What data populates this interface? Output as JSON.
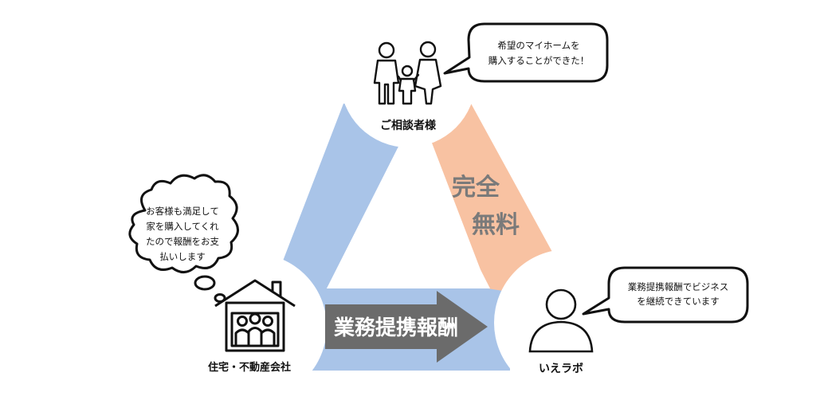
{
  "nodes": {
    "top": {
      "label": "ご相談者様"
    },
    "left": {
      "label": "住宅・不動産会社"
    },
    "right": {
      "label": "いえラボ"
    }
  },
  "edges": {
    "free": {
      "line1": "完全",
      "line2": "無料"
    },
    "fee": {
      "label": "業務提携報酬"
    }
  },
  "bubbles": {
    "top": {
      "line1": "希望のマイホームを",
      "line2": "購入することができた！"
    },
    "left": {
      "line1": "お客様も満足して",
      "line2": "家を購入してくれ",
      "line3": "たので報酬をお支",
      "line4": "払いします"
    },
    "right": {
      "line1": "業務提携報酬でビジネス",
      "line2": "を継続できています"
    }
  },
  "colors": {
    "blue": "#a9c4e8",
    "orange": "#f8c2a2",
    "arrow": "#6b6b6b",
    "orange_text": "#7a7a7a"
  }
}
